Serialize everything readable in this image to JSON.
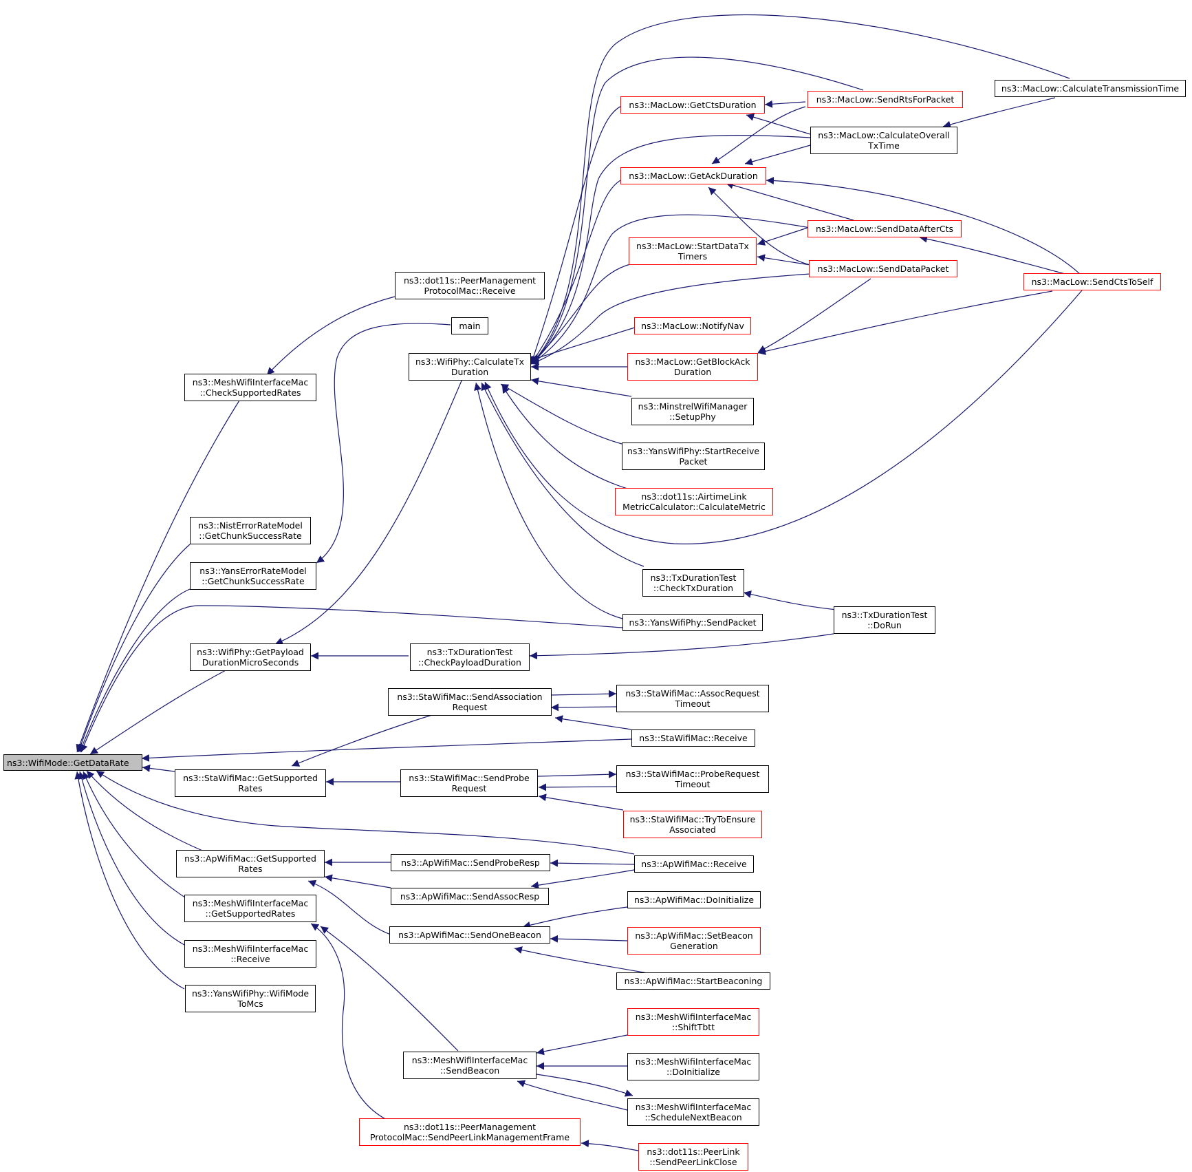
{
  "nodes": {
    "root": "ns3::WifiMode::GetDataRate",
    "mesh_check": "ns3::MeshWifiInterfaceMac\n::CheckSupportedRates",
    "nist_chunk": "ns3::NistErrorRateModel\n::GetChunkSuccessRate",
    "yans_chunk": "ns3::YansErrorRateModel\n::GetChunkSuccessRate",
    "payload_dur": "ns3::WifiPhy::GetPayload\nDurationMicroSeconds",
    "sta_getsup": "ns3::StaWifiMac::GetSupported\nRates",
    "ap_getsup": "ns3::ApWifiMac::GetSupported\nRates",
    "mesh_getsup": "ns3::MeshWifiInterfaceMac\n::GetSupportedRates",
    "mesh_receive": "ns3::MeshWifiInterfaceMac\n::Receive",
    "yans_mcs": "ns3::YansWifiPhy::WifiMode\nToMcs",
    "pmp_receive": "ns3::dot11s::PeerManagement\nProtocolMac::Receive",
    "main": "main",
    "calc_tx": "ns3::WifiPhy::CalculateTx\nDuration",
    "txtest_payload": "ns3::TxDurationTest\n::CheckPayloadDuration",
    "sta_assoc_req": "ns3::StaWifiMac::SendAssociation\nRequest",
    "sta_probe": "ns3::StaWifiMac::SendProbe\nRequest",
    "ap_probe_resp": "ns3::ApWifiMac::SendProbeResp",
    "ap_assoc_resp": "ns3::ApWifiMac::SendAssocResp",
    "ap_beacon": "ns3::ApWifiMac::SendOneBeacon",
    "mesh_sendbeacon": "ns3::MeshWifiInterfaceMac\n::SendBeacon",
    "pmp_sendframe": "ns3::dot11s::PeerManagement\nProtocolMac::SendPeerLinkManagementFrame",
    "get_cts": "ns3::MacLow::GetCtsDuration",
    "get_ack": "ns3::MacLow::GetAckDuration",
    "start_data_tx": "ns3::MacLow::StartDataTx\nTimers",
    "notify_nav": "ns3::MacLow::NotifyNav",
    "get_block_ack": "ns3::MacLow::GetBlockAck\nDuration",
    "minstrel": "ns3::MinstrelWifiManager\n::SetupPhy",
    "yans_start_rx": "ns3::YansWifiPhy::StartReceive\nPacket",
    "airtime": "ns3::dot11s::AirtimeLink\nMetricCalculator::CalculateMetric",
    "txtest_check": "ns3::TxDurationTest\n::CheckTxDuration",
    "yans_send": "ns3::YansWifiPhy::SendPacket",
    "sta_assoc_timeout": "ns3::StaWifiMac::AssocRequest\nTimeout",
    "sta_receive": "ns3::StaWifiMac::Receive",
    "sta_probe_timeout": "ns3::StaWifiMac::ProbeRequest\nTimeout",
    "sta_try_ensure": "ns3::StaWifiMac::TryToEnsure\nAssociated",
    "ap_receive": "ns3::ApWifiMac::Receive",
    "ap_doinit": "ns3::ApWifiMac::DoInitialize",
    "ap_setbeacon": "ns3::ApWifiMac::SetBeacon\nGeneration",
    "ap_startbeacon": "ns3::ApWifiMac::StartBeaconing",
    "mesh_shift": "ns3::MeshWifiInterfaceMac\n::ShiftTbtt",
    "mesh_doinit": "ns3::MeshWifiInterfaceMac\n::DoInitialize",
    "mesh_schedule": "ns3::MeshWifiInterfaceMac\n::ScheduleNextBeacon",
    "peerlink_close": "ns3::dot11s::PeerLink\n::SendPeerLinkClose",
    "send_rts": "ns3::MacLow::SendRtsForPacket",
    "calc_overall": "ns3::MacLow::CalculateOverall\nTxTime",
    "send_data_cts": "ns3::MacLow::SendDataAfterCts",
    "send_data_pkt": "ns3::MacLow::SendDataPacket",
    "txtest_run": "ns3::TxDurationTest\n::DoRun",
    "calc_tx_time": "ns3::MacLow::CalculateTransmissionTime",
    "send_cts_self": "ns3::MacLow::SendCtsToSelf"
  },
  "colors": {
    "edge": "#191970",
    "border_normal": "#000000",
    "border_red": "#ff0000",
    "root_fill": "#bfbfbf"
  }
}
